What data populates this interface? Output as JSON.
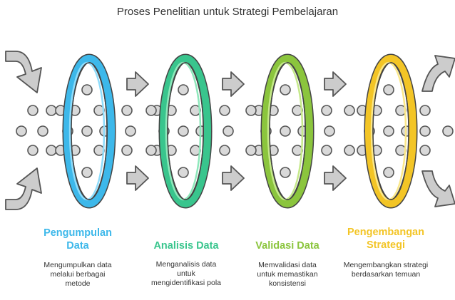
{
  "title": "Proses Penelitian untuk Strategi Pembelajaran",
  "stages": [
    {
      "title": "Pengumpulan Data",
      "description": "Mengumpulkan data melalui berbagai metode",
      "color": "#3db8ea",
      "colorLight": "#8fdcfb"
    },
    {
      "title": "Analisis Data",
      "description": "Menganalisis data untuk mengidentifikasi pola",
      "color": "#39c58d",
      "colorLight": "#8ee8bb"
    },
    {
      "title": "Validasi Data",
      "description": "Memvalidasi data untuk memastikan konsistensi",
      "color": "#8bc53d",
      "colorLight": "#c5e98a"
    },
    {
      "title": "Pengembangan Strategi",
      "description": "Mengembangkan strategi berdasarkan temuan",
      "color": "#f3c526",
      "colorLight": "#fbe88a"
    }
  ],
  "icons": {
    "arrow": "arrow-icon",
    "particle": "particle-dot",
    "filter": "filter-ring"
  }
}
